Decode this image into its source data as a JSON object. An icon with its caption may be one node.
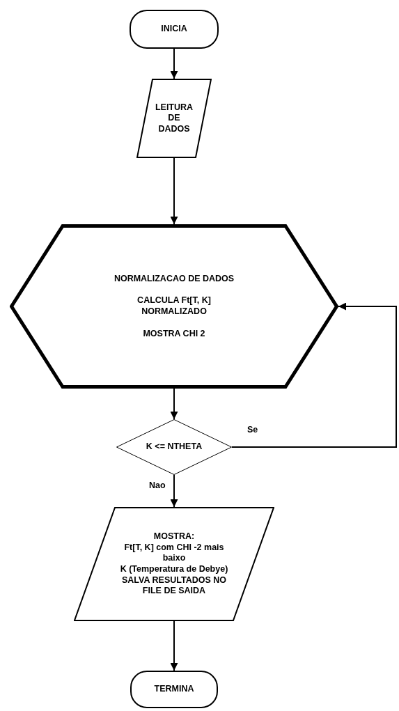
{
  "diagram": {
    "nodes": [
      {
        "text": [
          "INICIA"
        ]
      },
      {
        "text": [
          "LEITURA DE DADOS"
        ]
      },
      {
        "text": [
          "NORMALIZACAO DE DADOS",
          "CALCULA Ft[T, K] NORMALIZADO",
          "MOSTRA CHI 2"
        ]
      },
      {
        "text": [
          "K <= NTHETA"
        ]
      },
      {
        "text": [
          "MOSTRA:",
          "Ft[T, K] com CHI -2 mais baixo",
          "K (Temperatura de Debye)",
          "SALVA RESULTADOS NO FILE DE SAIDA"
        ]
      },
      {
        "text": [
          "TERMINA"
        ]
      }
    ],
    "edges": [
      {
        "from": 0,
        "to": 1,
        "arrow": "to"
      },
      {
        "from": 1,
        "to": 2,
        "arrow": "to"
      },
      {
        "from": 2,
        "to": 3,
        "arrow": "to"
      },
      {
        "from": 3,
        "to": 4,
        "arrow": "to",
        "label": "Nao"
      },
      {
        "from": 4,
        "to": 5,
        "arrow": "to"
      },
      {
        "from": 3,
        "to": 2,
        "arrow": "to",
        "label": "Se"
      }
    ]
  }
}
